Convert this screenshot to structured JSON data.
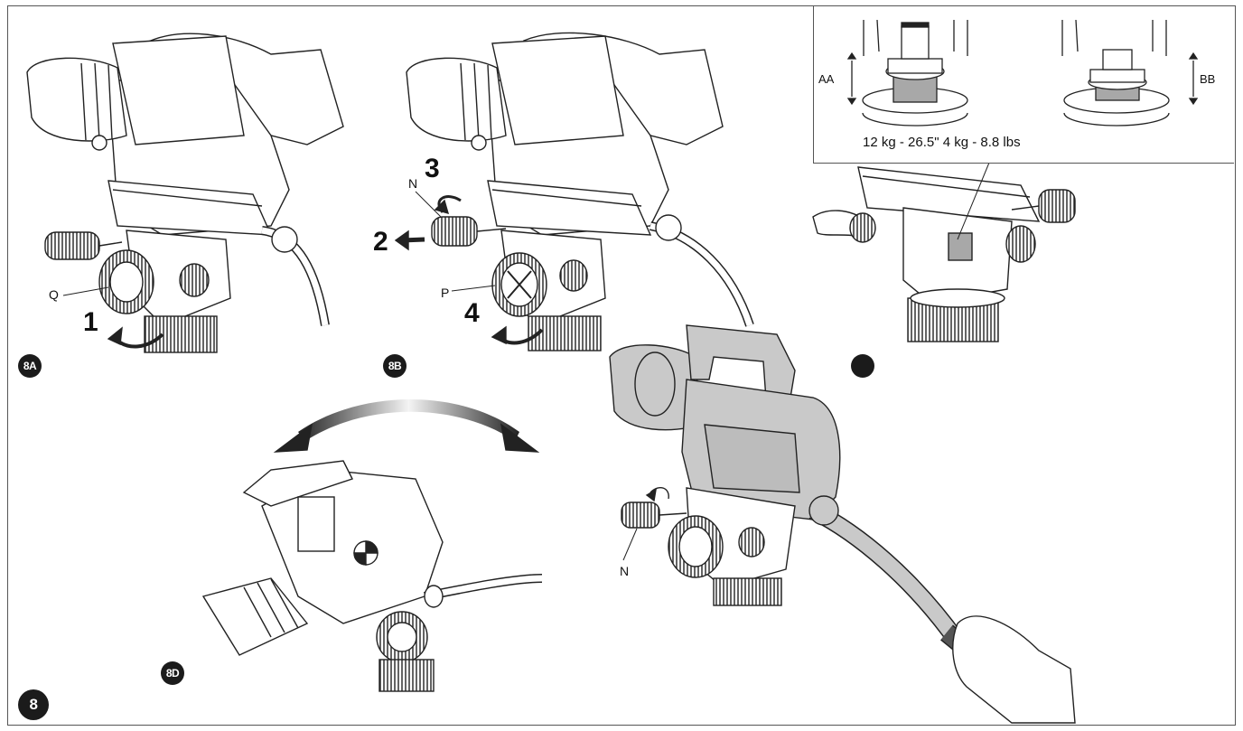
{
  "figure_number": "8",
  "panels": {
    "a": {
      "badge": "8A",
      "callout_q": "Q",
      "step_1": "1"
    },
    "b": {
      "badge": "8B",
      "callout_n": "N",
      "callout_p": "P",
      "step_2": "2",
      "step_3": "3",
      "step_4": "4"
    },
    "c": {
      "badge": ""
    },
    "d": {
      "badge": "8D"
    },
    "e": {
      "callout_n": "N"
    }
  },
  "inset": {
    "dim_aa": "AA",
    "dim_bb": "BB",
    "weights": "12 kg - 26.5\" 4 kg - 8.8 lbs"
  },
  "colors": {
    "line": "#222222",
    "camera_gray": "#c9c9c9",
    "spring_gray": "#a8a8a8",
    "badge": "#1b1b1b"
  }
}
